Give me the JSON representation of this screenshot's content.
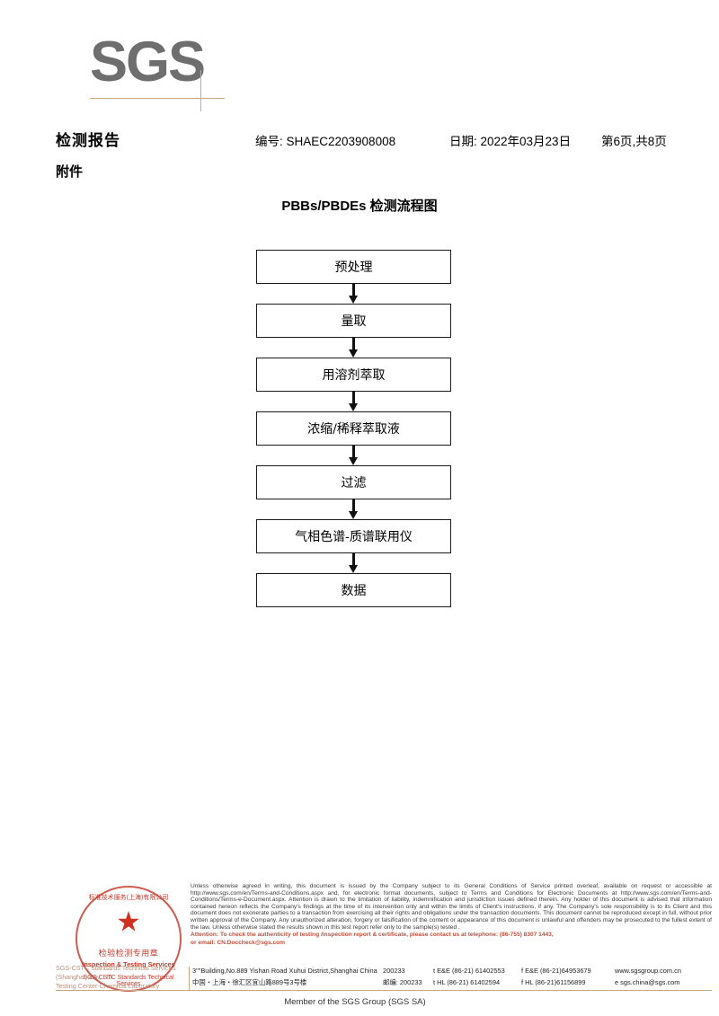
{
  "brand": {
    "logo_text": "SGS",
    "logo_color": "#6e6e6e",
    "rule_color": "#c8a880"
  },
  "header": {
    "report_title": "检测报告",
    "report_no": "编号: SHAEC2203908008",
    "date": "日期: 2022年03月23日",
    "page": "第6页,共8页",
    "attachment_label": "附件"
  },
  "flowchart": {
    "title": "PBBs/PBDEs 检测流程图",
    "nodes": [
      {
        "label": "预处理"
      },
      {
        "label": "量取"
      },
      {
        "label": "用溶剂萃取"
      },
      {
        "label": "浓缩/稀释萃取液"
      },
      {
        "label": "过滤"
      },
      {
        "label": "气相色谱-质谱联用仪"
      },
      {
        "label": "数据"
      }
    ]
  },
  "footer": {
    "stamp": {
      "arc_top": "标准技术服务(上海)有限公司",
      "arc_bottom": "SGS-CSTC Standards Technical Services",
      "star": "★",
      "cn_label": "检验检测专用章",
      "en_label": "Inspection & Testing Services"
    },
    "company_line1": "SGS-CSTC Standards Technical Services (Shanghai) Co., Ltd.",
    "company_line2": "Testing Center-Chemical Laboratory",
    "legal_paragraph": "Unless otherwise agreed in writing, this document is issued by the Company subject to its General Conditions of Service printed overleaf, available on request or accessible at http://www.sgs.com/en/Terms-and-Conditions.aspx and, for electronic format documents, subject to Terms and Conditions for Electronic Documents at http://www.sgs.com/en/Terms-and-Conditions/Terms-e-Document.aspx. Attention is drawn to the limitation of liability, indemnification and jurisdiction issues defined therein. Any holder of this document is advised that information contained hereon reflects the Company's findings at the time of its intervention only and within the limits of Client's instructions, if any. The Company's sole responsibility is to its Client and this document does not exonerate parties to a transaction from exercising all their rights and obligations under the transaction documents. This document cannot be reproduced except in full, without prior written approval of the Company. Any unauthorized alteration, forgery or falsification of the content or appearance of this document is unlawful and offenders may be prosecuted to the fullest extent of the law. Unless otherwise stated the results shown in this test report refer only to the sample(s) tested .",
    "attention_line1": "Attention: To check the authenticity of testing /inspection report & certificate, please contact us at telephone: (86-755) 8307 1443,",
    "attention_line2": "or email: CN.Doccheck@sgs.com",
    "address_en": "3\"\"Building,No.889 Yishan Road Xuhui District,Shanghai China",
    "address_cn": "中国・上海・徐汇区宜山路889号3号楼",
    "postcode_en": "200233",
    "postcode_cn_label": "邮编:",
    "postcode_cn": "200233",
    "tel_ee": "t E&E (86-21) 61402553",
    "fax_ee": "f E&E (86-21)64953679",
    "tel_hl": "t HL (86-21) 61402594",
    "fax_hl": "f HL (86-21)61156899",
    "website": "www.sgsgroup.com.cn",
    "email": "e sgs.china@sgs.com",
    "member_line": "Member of the SGS Group (SGS SA)"
  }
}
